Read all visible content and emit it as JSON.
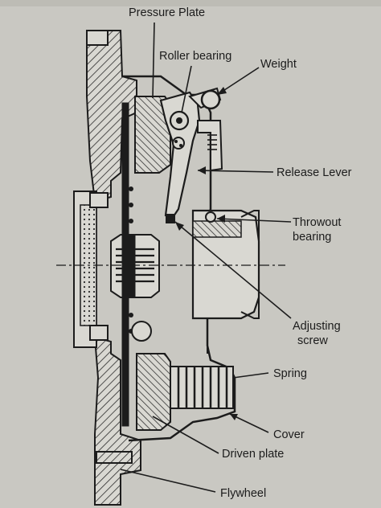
{
  "diagram": {
    "labels": {
      "pressure_plate": "Pressure Plate",
      "roller_bearing": "Roller bearing",
      "weight": "Weight",
      "release_lever": "Release Lever",
      "throwout_bearing_line1": "Throwout",
      "throwout_bearing_line2": "bearing",
      "adjusting_screw_line1": "Adjusting",
      "adjusting_screw_line2": "screw",
      "spring": "Spring",
      "cover": "Cover",
      "driven_plate": "Driven plate",
      "flywheel": "Flywheel"
    },
    "colors": {
      "paper": "#c9c8c2",
      "ink": "#1c1c1c",
      "part_fill": "#d9d8d2",
      "hatch": "#2a2a2a"
    }
  }
}
